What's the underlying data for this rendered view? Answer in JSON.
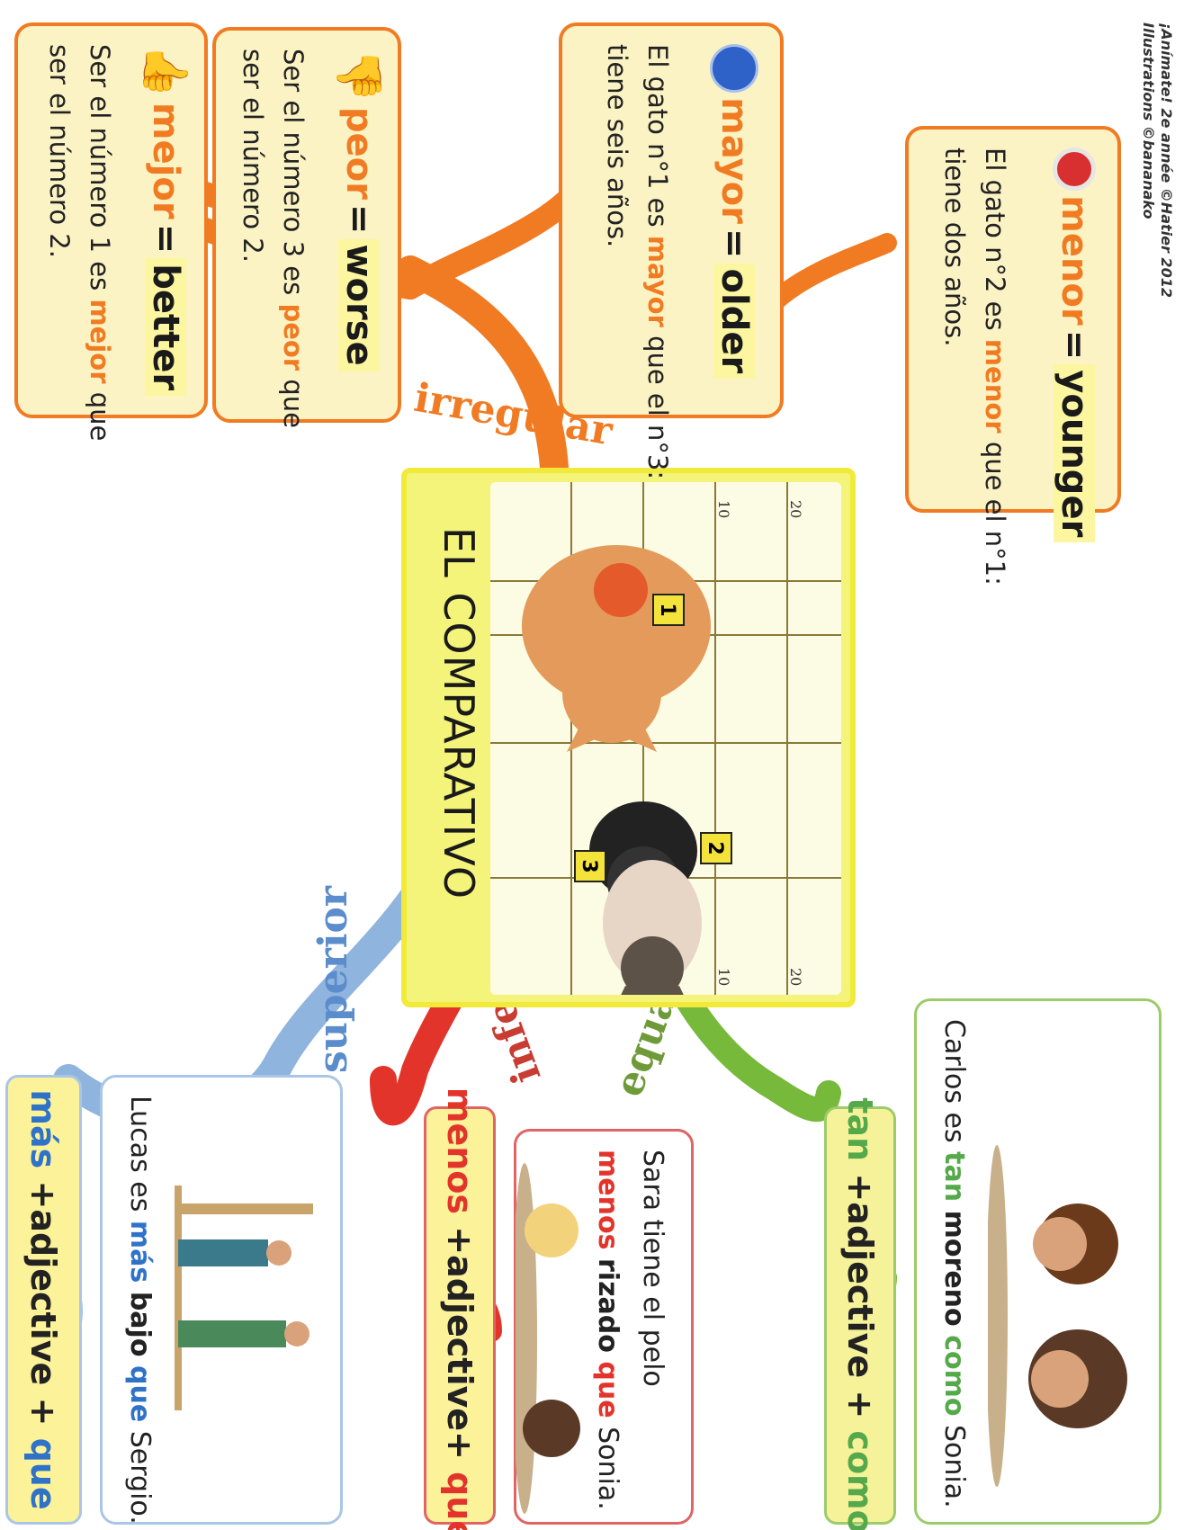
{
  "center": {
    "title": "EL COMPARATIVO"
  },
  "ruler": {
    "top": "20",
    "mid": "10",
    "left": "20",
    "left_mid": "10"
  },
  "cat_tags": [
    "1",
    "2",
    "3"
  ],
  "branches": {
    "superior": {
      "label": "superior",
      "color": "#8fb4de"
    },
    "inferior": {
      "label": "inferior",
      "color": "#e2342a"
    },
    "equal": {
      "label": "equal",
      "color": "#77b93a"
    },
    "irregular": {
      "label": "irregular",
      "color": "#f07b22"
    }
  },
  "mas": {
    "formula": {
      "word": "más",
      "plus1": "+",
      "adj": "adjective",
      "plus2": "+",
      "que": "que"
    },
    "sentence": {
      "p1": "Lucas es",
      "w1": "más",
      "p2": "bajo",
      "w2": "que",
      "p3": "Sergio."
    }
  },
  "menos": {
    "formula": {
      "word": "menos",
      "plus1": "+",
      "adj": "adjective",
      "plus2": "+",
      "que": "que"
    },
    "sentence": {
      "line1": "Sara tiene el pelo",
      "w1": "menos",
      "p2": "rizado",
      "w2": "que",
      "p3": "Sonia."
    }
  },
  "tan": {
    "formula": {
      "word": "tan",
      "plus1": "+",
      "adj": "adjective",
      "plus2": "+",
      "como": "como"
    },
    "sentence": {
      "p1": "Carlos es",
      "w1": "tan",
      "p2": "moreno",
      "w2": "como",
      "p3": "Sonia."
    }
  },
  "irregulars": [
    {
      "key": "mejor",
      "word": "mejor",
      "eq": "=",
      "trans": "better",
      "t1": "Ser el número 1 es",
      "tw": "mejor",
      "t2": "que",
      "t3": "ser el número 2."
    },
    {
      "key": "peor",
      "word": "peor",
      "eq": "=",
      "trans": "worse",
      "t1": "Ser el número 3 es",
      "tw": "peor",
      "t2": "que",
      "t3": "ser el número 2."
    },
    {
      "key": "mayor",
      "word": "mayor",
      "eq": "=",
      "trans": "older",
      "t1": "El gato n°1 es",
      "tw": "mayor",
      "t2": "que el n°3:",
      "t3": "tiene seis años."
    },
    {
      "key": "menor",
      "word": "menor",
      "eq": "=",
      "trans": "younger",
      "t1": "El gato n°2 es",
      "tw": "menor",
      "t2": "que el n°1:",
      "t3": "tiene dos años."
    }
  ],
  "credit": {
    "line1": "¡Anímate! 2e année ©Hatier 2012",
    "line2": "Illustrations ©bananako"
  }
}
